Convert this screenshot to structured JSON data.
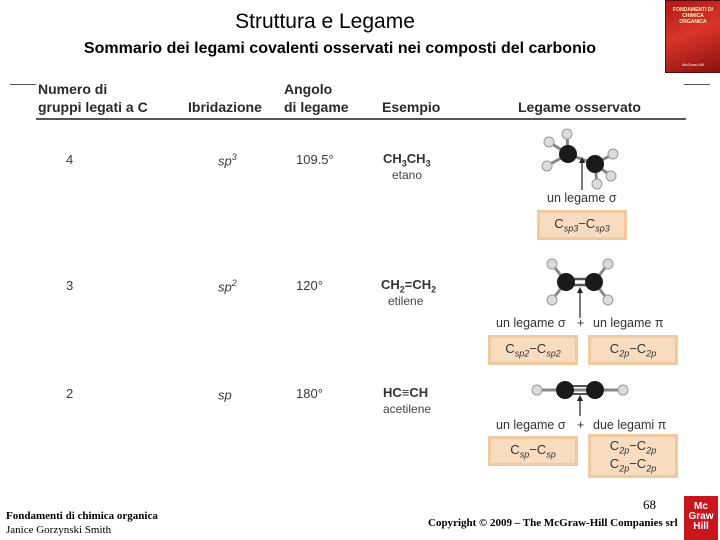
{
  "slide": {
    "title": "Struttura e Legame",
    "subtitle": "Sommario dei legami covalenti osservati nei composti del carbonio"
  },
  "cover": {
    "title": "FONDAMENTI DI CHIMICA ORGANICA",
    "publisher": "McGraw-Hill"
  },
  "table": {
    "headers": {
      "groups_line1": "Numero di",
      "groups_line2": "gruppi legati a C",
      "hybridization": "Ibridazione",
      "angle_line1": "Angolo",
      "angle_line2": "di legame",
      "example": "Esempio",
      "bond": "Legame osservato"
    },
    "rows": [
      {
        "groups": "4",
        "hyb_base": "sp",
        "hyb_sup": "3",
        "angle": "109.5°",
        "formula_parts": [
          "CH",
          "3",
          "CH",
          "3"
        ],
        "example_name": "etano",
        "bond_labels": [
          "un legame σ"
        ],
        "boxes": [
          {
            "line1": [
              "C",
              "sp3",
              "−C",
              "sp3"
            ]
          }
        ]
      },
      {
        "groups": "3",
        "hyb_base": "sp",
        "hyb_sup": "2",
        "angle": "120°",
        "formula_parts": [
          "CH",
          "2",
          "=CH",
          "2"
        ],
        "example_name": "etilene",
        "bond_labels": [
          "un legame σ",
          "+",
          "un legame π"
        ],
        "boxes": [
          {
            "line1": [
              "C",
              "sp2",
              "−C",
              "sp2"
            ]
          },
          {
            "line1": [
              "C",
              "2p",
              "−C",
              "2p"
            ]
          }
        ]
      },
      {
        "groups": "2",
        "hyb_base": "sp",
        "hyb_sup": "",
        "angle": "180°",
        "formula_parts": [
          "HC≡CH"
        ],
        "example_name": "acetilene",
        "bond_labels": [
          "un legame σ",
          "+",
          "due legami π"
        ],
        "boxes": [
          {
            "line1": [
              "C",
              "sp",
              "−C",
              "sp"
            ]
          },
          {
            "line1": [
              "C",
              "2p",
              "−C",
              "2p"
            ],
            "line2": [
              "C",
              "2p",
              "−C",
              "2p"
            ]
          }
        ]
      }
    ]
  },
  "footer": {
    "book": "Fondamenti di chimica organica",
    "author": "Janice Gorzynski Smith",
    "page": "68",
    "copyright": "Copyright © 2009 – The McGraw-Hill Companies srl",
    "logo": [
      "Mc",
      "Graw",
      "Hill"
    ]
  },
  "colors": {
    "box_fill": "#f7dcc0",
    "box_border": "#f0c9a0",
    "atom_carbon": "#1a1a1a",
    "atom_hydrogen": "#dcdcdc",
    "logo_red": "#c8161d"
  }
}
